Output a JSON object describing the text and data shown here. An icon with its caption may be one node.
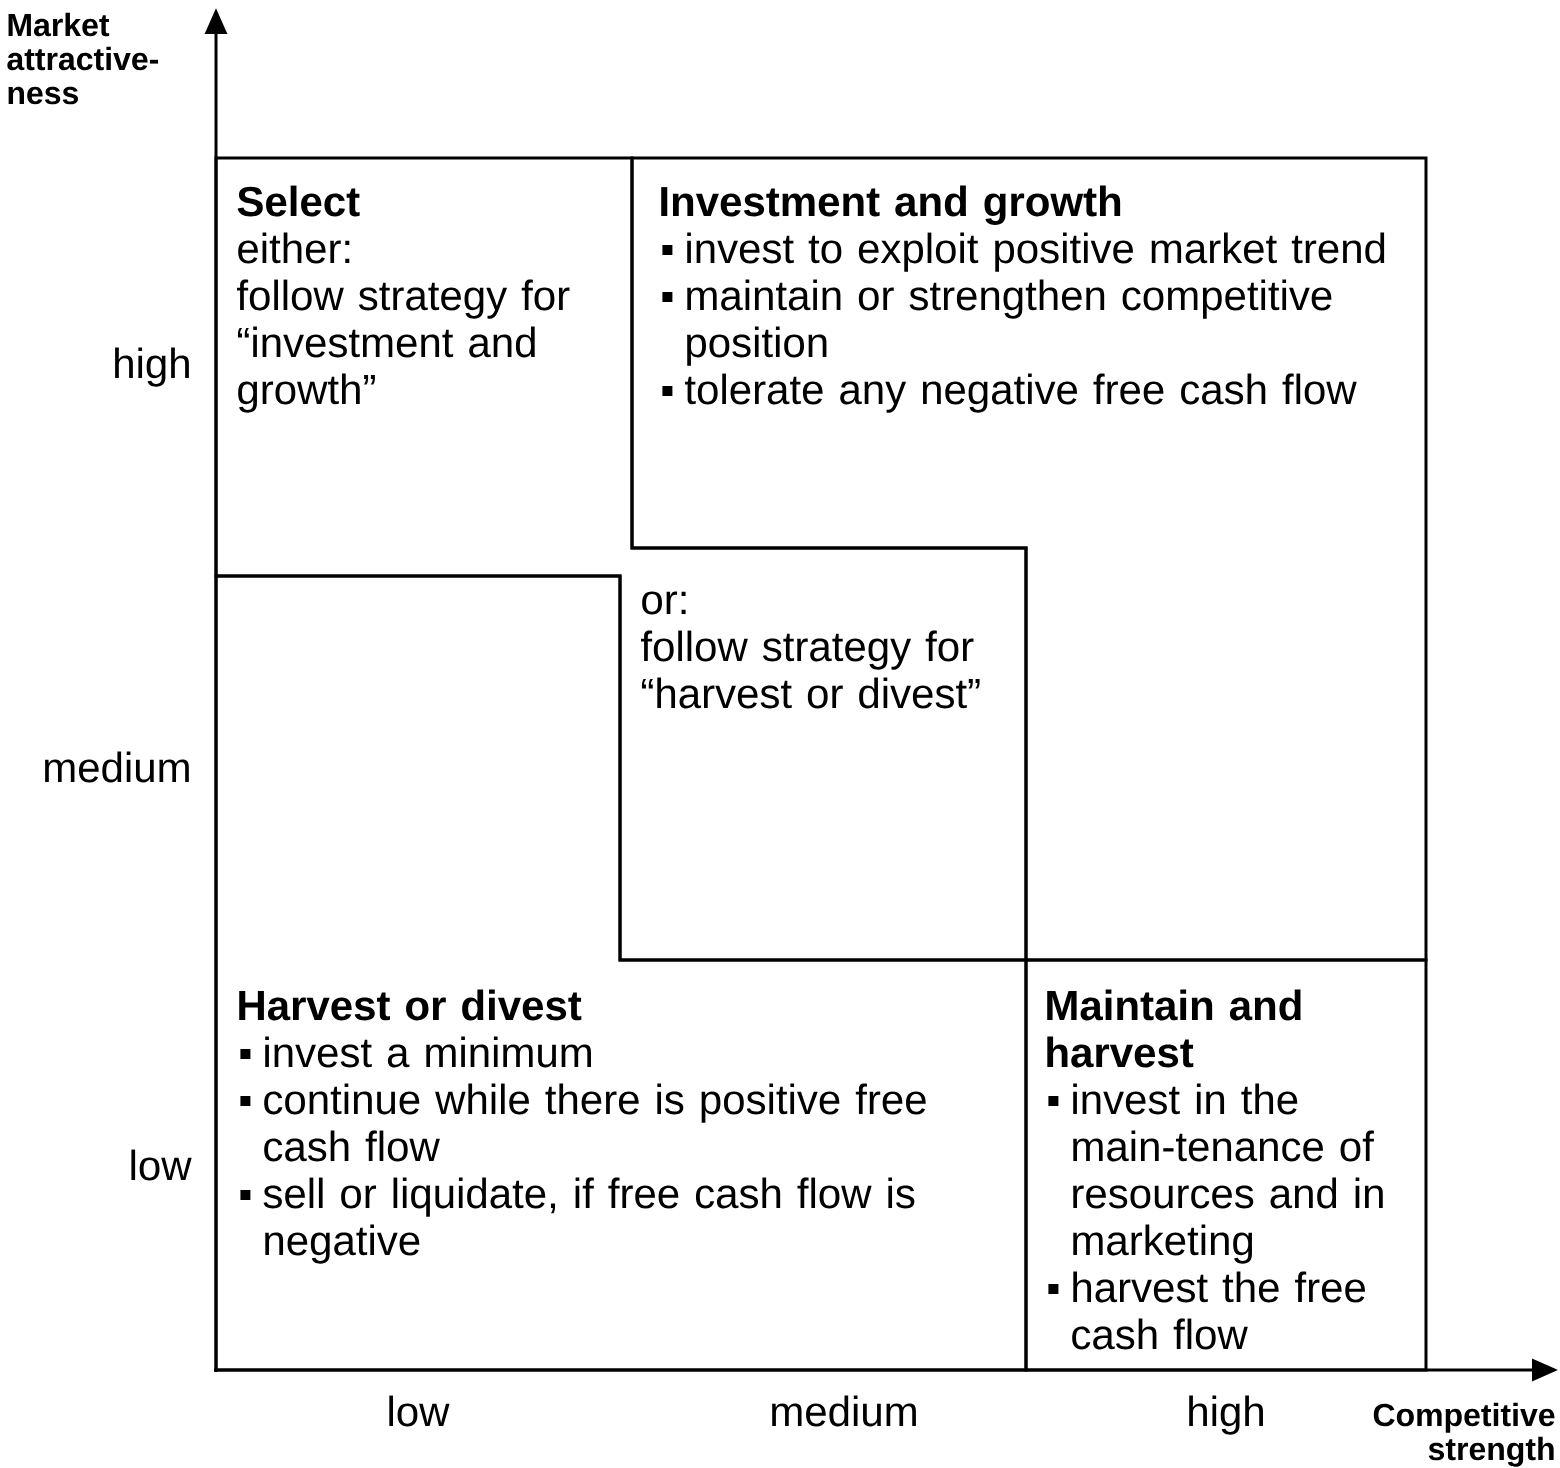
{
  "diagram": {
    "nodes": [
      {
        "text": [
          "Select",
          "either:",
          "follow strategy for “investment and growth”",
          "or:",
          "follow strategy for “harvest or divest”"
        ]
      },
      {
        "text": [
          "Investment and growth",
          "invest to exploit positive market trend",
          "maintain or strengthen competitive position",
          "tolerate any negative free cash flow"
        ]
      },
      {
        "text": [
          "Harvest or divest",
          "invest a minimum",
          "continue while there is positive free cash flow",
          "sell or liquidate, if free cash flow is negative"
        ]
      },
      {
        "text": [
          "Maintain and harvest",
          "invest in the main-tenance of resources and in marketing",
          "harvest the free cash flow"
        ]
      }
    ],
    "labels": [
      "Market attractive-ness",
      "high",
      "medium",
      "low",
      "low",
      "medium",
      "high",
      "Competitive strength"
    ]
  }
}
